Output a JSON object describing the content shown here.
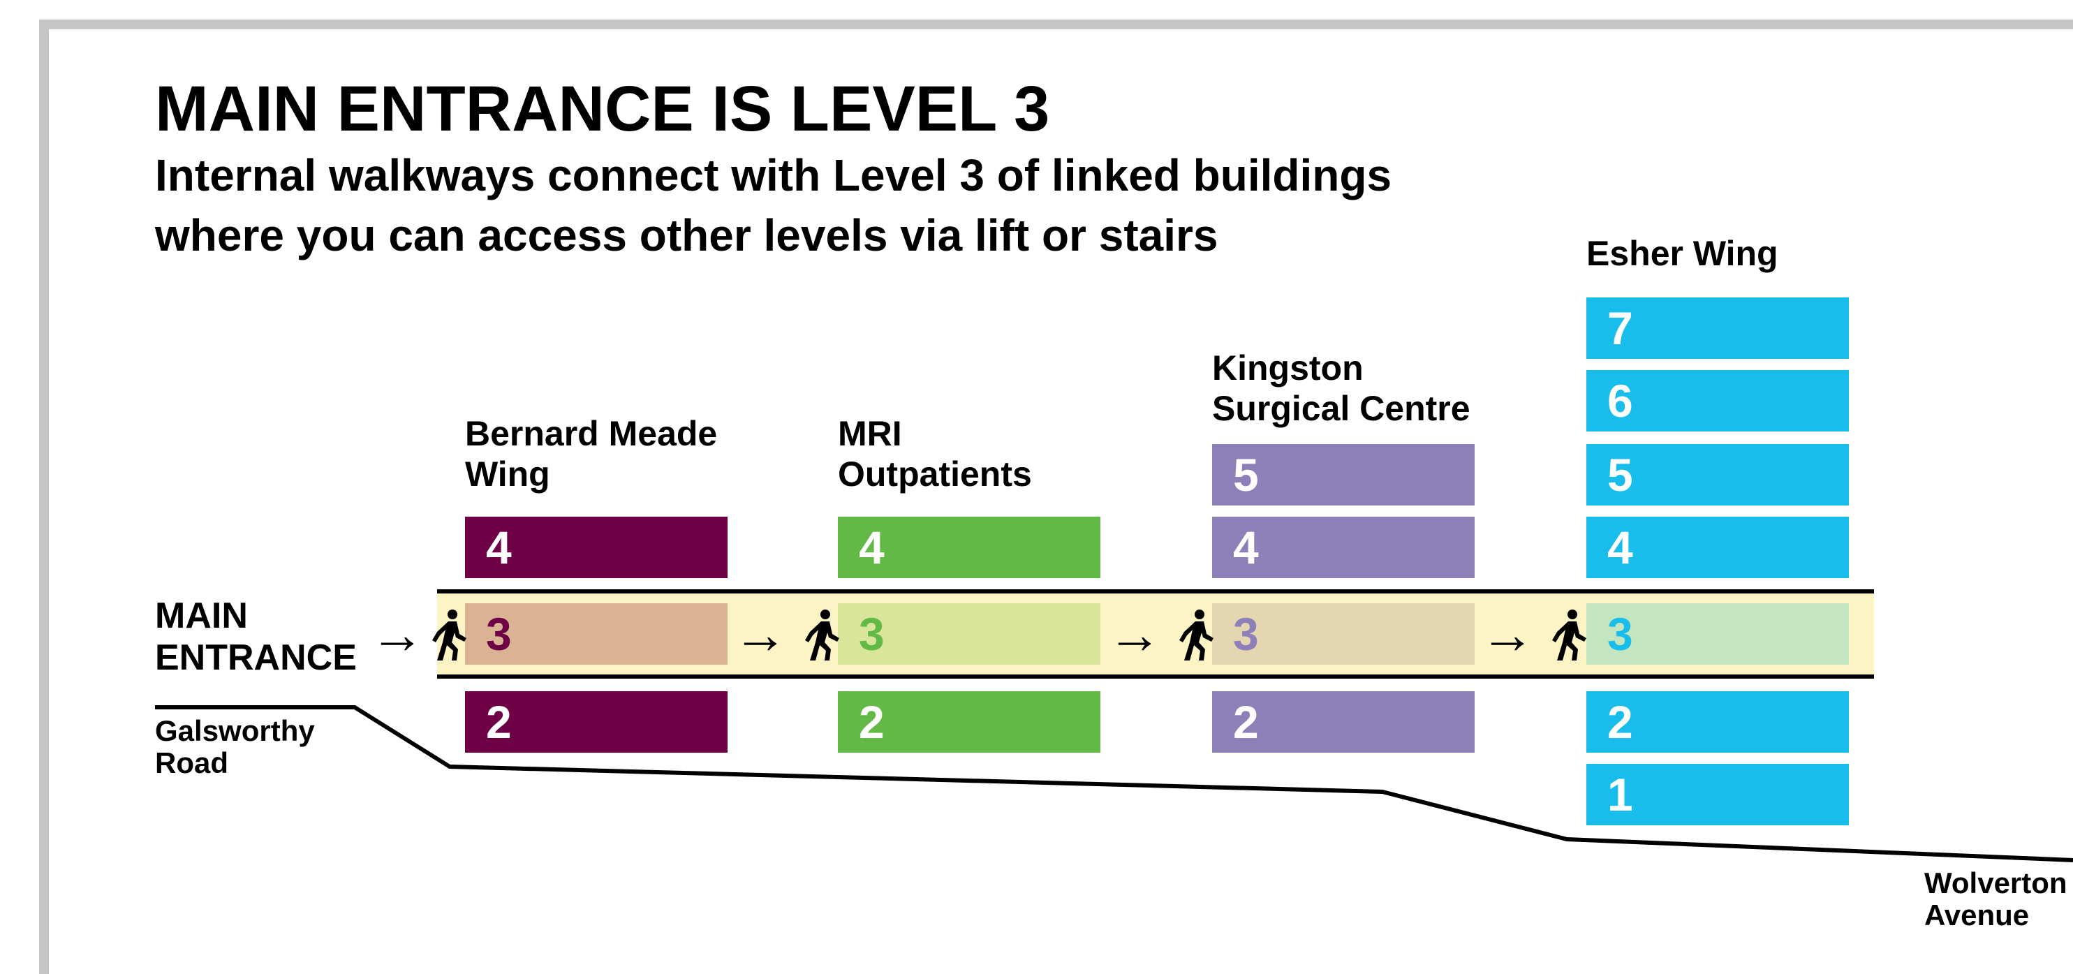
{
  "title": "MAIN ENTRANCE IS LEVEL 3",
  "subtitle_line1": "Internal walkways connect with Level 3 of linked buildings",
  "subtitle_line2": "where you can access other levels via lift or stairs",
  "main_entrance": {
    "line1": "MAIN",
    "line2": "ENTRANCE"
  },
  "roads": {
    "left": {
      "line1": "Galsworthy",
      "line2": "Road"
    },
    "right": {
      "line1": "Wolverton",
      "line2": "Avenue"
    }
  },
  "colors": {
    "walkway": "#fdf4c5",
    "bernard_meade": "#6e0046",
    "mri": "#63b946",
    "kingston": "#8d7fb8",
    "esher": "#18bdec"
  },
  "buildings": [
    {
      "name_line1": "Bernard Meade",
      "name_line2": "Wing",
      "color": "#6e0046",
      "current_bg": "#d9b394",
      "levels": {
        "l4": "4",
        "l3": "3",
        "l2": "2"
      }
    },
    {
      "name_line1": "MRI",
      "name_line2": "Outpatients",
      "color": "#63b946",
      "current_bg": "#d8e59a",
      "levels": {
        "l4": "4",
        "l3": "3",
        "l2": "2"
      }
    },
    {
      "name_line1": "Kingston",
      "name_line2": "Surgical Centre",
      "color": "#8d7fb8",
      "current_bg": "#e4d6b0",
      "levels": {
        "l5": "5",
        "l4": "4",
        "l3": "3",
        "l2": "2"
      }
    },
    {
      "name_line1": "Esher Wing",
      "name_line2": "",
      "color": "#18bdec",
      "current_bg": "#c3e5bf",
      "levels": {
        "l7": "7",
        "l6": "6",
        "l5": "5",
        "l4": "4",
        "l3": "3",
        "l2": "2",
        "l1": "1"
      }
    }
  ],
  "icons": {
    "arrow": "right-arrow-icon",
    "walker": "pedestrian-icon"
  },
  "arrow_glyph": "→"
}
